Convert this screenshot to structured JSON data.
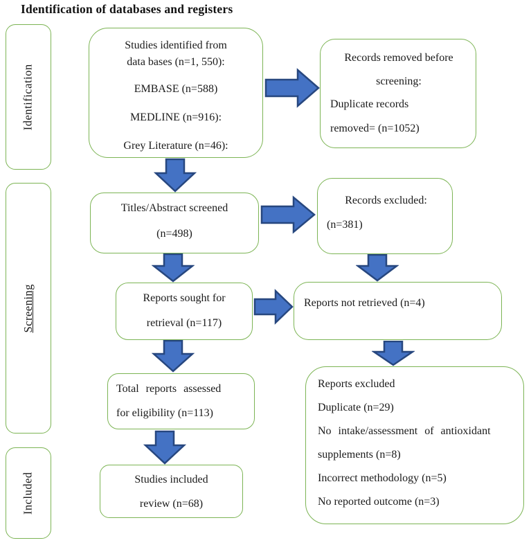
{
  "title": "Identification of databases and registers",
  "colors": {
    "box_border": "#7cb454",
    "arrow_fill": "#4472c4",
    "arrow_stroke": "#27477f"
  },
  "sidebar": {
    "identification": "Identification",
    "screening": "Screening",
    "included": "Included"
  },
  "boxes": {
    "studies_identified": {
      "lines": [
        "Studies identified from",
        "data bases (n=1, 550):",
        "EMBASE (n=588)",
        "MEDLINE (n=916):",
        "Grey Literature (n=46):"
      ]
    },
    "records_removed": {
      "lines": [
        "Records removed before",
        "screening:",
        "Duplicate records",
        "removed= (n=1052)"
      ]
    },
    "titles_screened": {
      "lines": [
        "Titles/Abstract screened",
        "(n=498)"
      ]
    },
    "records_excluded": {
      "lines": [
        "Records excluded:",
        "(n=381)"
      ]
    },
    "reports_sought": {
      "lines": [
        "Reports sought for",
        "retrieval (n=117)"
      ]
    },
    "reports_not_retrieved": {
      "lines": [
        "Reports not retrieved (n=4)"
      ]
    },
    "total_reports_assessed": {
      "lines": [
        "Total reports assessed",
        "for eligibility (n=113)"
      ]
    },
    "reports_excluded": {
      "lines": [
        "Reports excluded",
        "Duplicate (n=29)",
        "No intake/assessment of antioxidant",
        "supplements (n=8)",
        "Incorrect methodology (n=5)",
        "No reported outcome (n=3)"
      ]
    },
    "studies_included": {
      "lines": [
        "Studies included",
        "review (n=68)"
      ]
    }
  }
}
